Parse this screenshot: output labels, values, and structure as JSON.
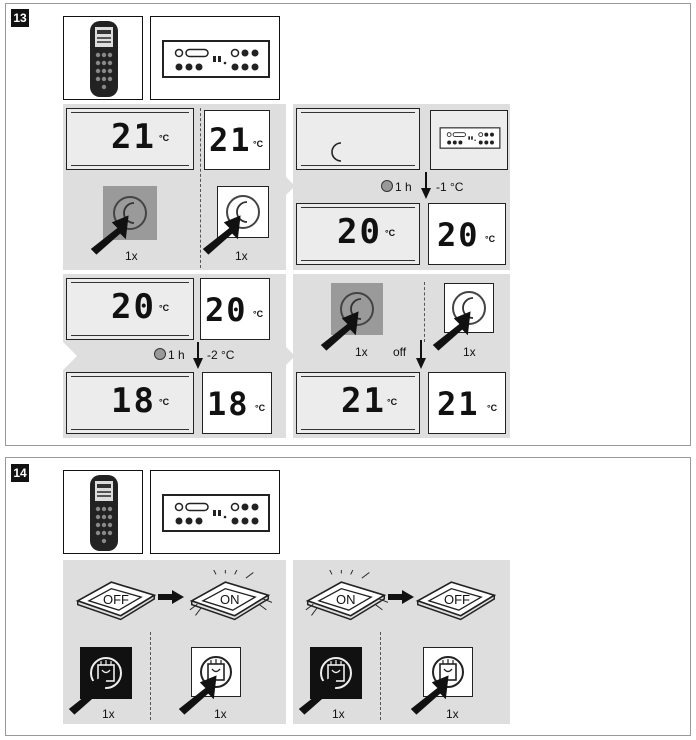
{
  "section13": {
    "badge": "13",
    "panelA": {
      "display_value": "21",
      "unit": "°C",
      "small_value": "21",
      "small_unit": "°C",
      "press_left": "1x",
      "press_right": "1x"
    },
    "panelB": {
      "timer": "1 h",
      "delta": "-1 °C",
      "display_value": "20",
      "unit": "°C",
      "small_value": "20",
      "small_unit": "°C"
    },
    "panelC": {
      "display_value": "20",
      "unit": "°C",
      "small_value": "20",
      "small_unit": "°C",
      "timer": "1 h",
      "delta": "-2 °C",
      "display_value2": "18",
      "unit2": "°C",
      "small_value2": "18",
      "small_unit2": "°C"
    },
    "panelD": {
      "press_left": "1x",
      "press_right": "1x",
      "off_label": "off",
      "display_value": "21",
      "unit": "°C",
      "small_value": "21",
      "small_unit": "°C"
    }
  },
  "section14": {
    "badge": "14",
    "left": {
      "from": "OFF",
      "to": "ON",
      "press_left": "1x",
      "press_right": "1x"
    },
    "right": {
      "from": "ON",
      "to": "OFF",
      "press_left": "1x",
      "press_right": "1x"
    }
  },
  "icons": {
    "remote": "remote-control-icon",
    "panel": "control-panel-icon",
    "moon": "moon-icon",
    "hand": "pointing-arrow-icon",
    "light": "light-button-icon",
    "timer": "timer-icon"
  }
}
